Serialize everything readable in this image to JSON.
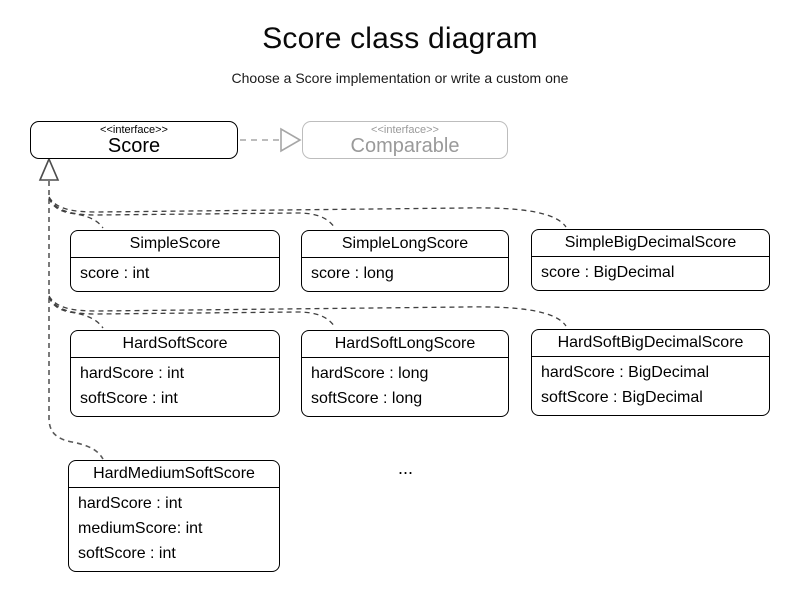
{
  "header": {
    "title": "Score class diagram",
    "subtitle": "Choose a Score implementation or write a custom one"
  },
  "interfaces": {
    "score": {
      "stereotype": "<<interface>>",
      "name": "Score"
    },
    "comparable": {
      "stereotype": "<<interface>>",
      "name": "Comparable"
    }
  },
  "classes": [
    {
      "name": "SimpleScore",
      "attributes": [
        "score : int"
      ]
    },
    {
      "name": "SimpleLongScore",
      "attributes": [
        "score : long"
      ]
    },
    {
      "name": "SimpleBigDecimalScore",
      "attributes": [
        "score : BigDecimal"
      ]
    },
    {
      "name": "HardSoftScore",
      "attributes": [
        "hardScore : int",
        "softScore : int"
      ]
    },
    {
      "name": "HardSoftLongScore",
      "attributes": [
        "hardScore : long",
        "softScore : long"
      ]
    },
    {
      "name": "HardSoftBigDecimalScore",
      "attributes": [
        "hardScore : BigDecimal",
        "softScore : BigDecimal"
      ]
    },
    {
      "name": "HardMediumSoftScore",
      "attributes": [
        "hardScore : int",
        "mediumScore: int",
        "softScore : int"
      ]
    }
  ],
  "ellipsis": "...",
  "colors": {
    "class_border": "#000000",
    "muted_text": "#9a9a9a",
    "muted_border": "#bdbdbd",
    "connector": "#404040",
    "realization_gray": "#a6a6a6"
  }
}
